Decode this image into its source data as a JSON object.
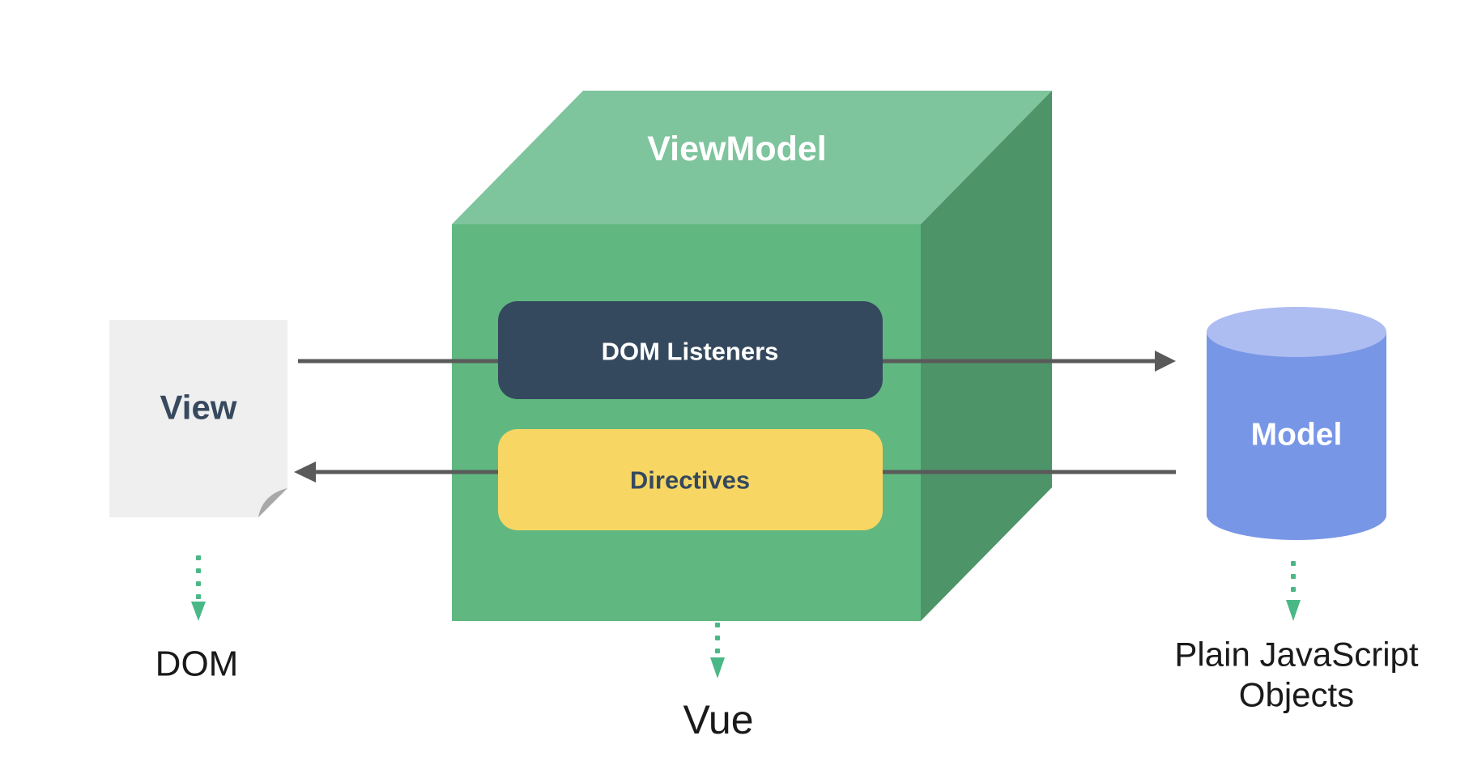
{
  "diagram": {
    "viewmodel": {
      "label": "ViewModel",
      "dom_listeners_label": "DOM Listeners",
      "directives_label": "Directives"
    },
    "view": {
      "label": "View",
      "annotation": "DOM"
    },
    "model": {
      "label": "Model",
      "annotation_line1": "Plain JavaScript",
      "annotation_line2": "Objects"
    },
    "vue": {
      "annotation": "Vue"
    },
    "colors": {
      "box_front_green": "#60b880",
      "box_top_green": "#7ec49d",
      "box_side_green": "#4d9468",
      "dom_listeners_navy": "#35495e",
      "directives_yellow": "#f7d664",
      "model_blue": "#7896e6",
      "model_top_blue": "#aebdf1",
      "view_doc_gray": "#efefef",
      "doc_fold_gray": "#a8a8a8",
      "arrow_gray": "#5a5a5a",
      "dotted_arrow_green": "#4ab886",
      "label_text_dark": "#1a1a1a",
      "heading_navy": "#36495e"
    }
  }
}
